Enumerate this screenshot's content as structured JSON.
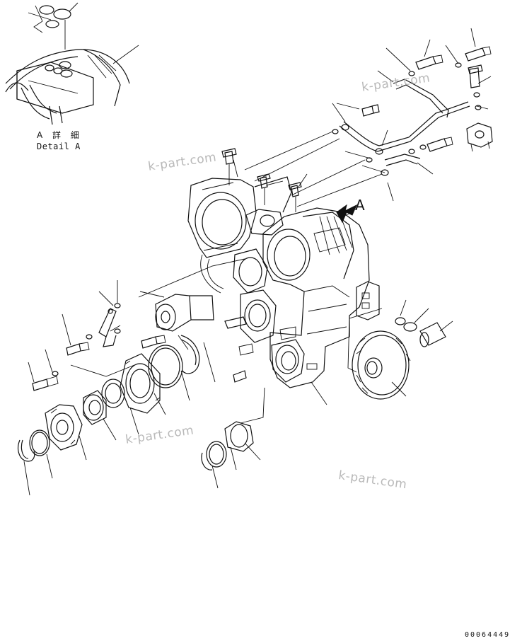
{
  "detail_label_jp": "A 詳 細",
  "detail_label_en": "Detail A",
  "view_arrow_label": "A",
  "watermark_text": "k-part.com",
  "document_number": "00064449",
  "icons": [
    "view-arrow-icon"
  ],
  "colors": {
    "line": "#111111",
    "watermark": "#b9b9b9",
    "background": "#ffffff"
  }
}
